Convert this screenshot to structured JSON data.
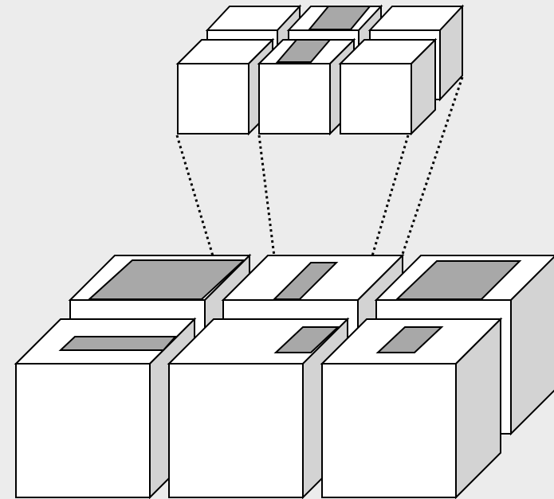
{
  "colors": {
    "background": "#ececec",
    "face_front": "#ffffff",
    "face_top": "#ffffff",
    "face_side": "#d3d3d3",
    "slot_fill": "#a8a8a8",
    "stroke": "#000000"
  },
  "small_grid": {
    "rows": 2,
    "cols": 3,
    "slots": [
      {
        "row": "back",
        "col": 1,
        "pattern": "center-square"
      },
      {
        "row": "front",
        "col": 1,
        "pattern": "center-square"
      }
    ]
  },
  "large_grid": {
    "rows": 2,
    "cols": 3,
    "slots": [
      {
        "row": "back",
        "col": 0,
        "pattern": "large-rectangle"
      },
      {
        "row": "back",
        "col": 1,
        "pattern": "diagonal-strip"
      },
      {
        "row": "back",
        "col": 2,
        "pattern": "large-rectangle"
      },
      {
        "row": "front",
        "col": 0,
        "pattern": "thin-strip"
      },
      {
        "row": "front",
        "col": 1,
        "pattern": "small-square"
      },
      {
        "row": "front",
        "col": 2,
        "pattern": "small-square"
      }
    ]
  },
  "connectors": {
    "count": 4,
    "style": "dotted"
  }
}
